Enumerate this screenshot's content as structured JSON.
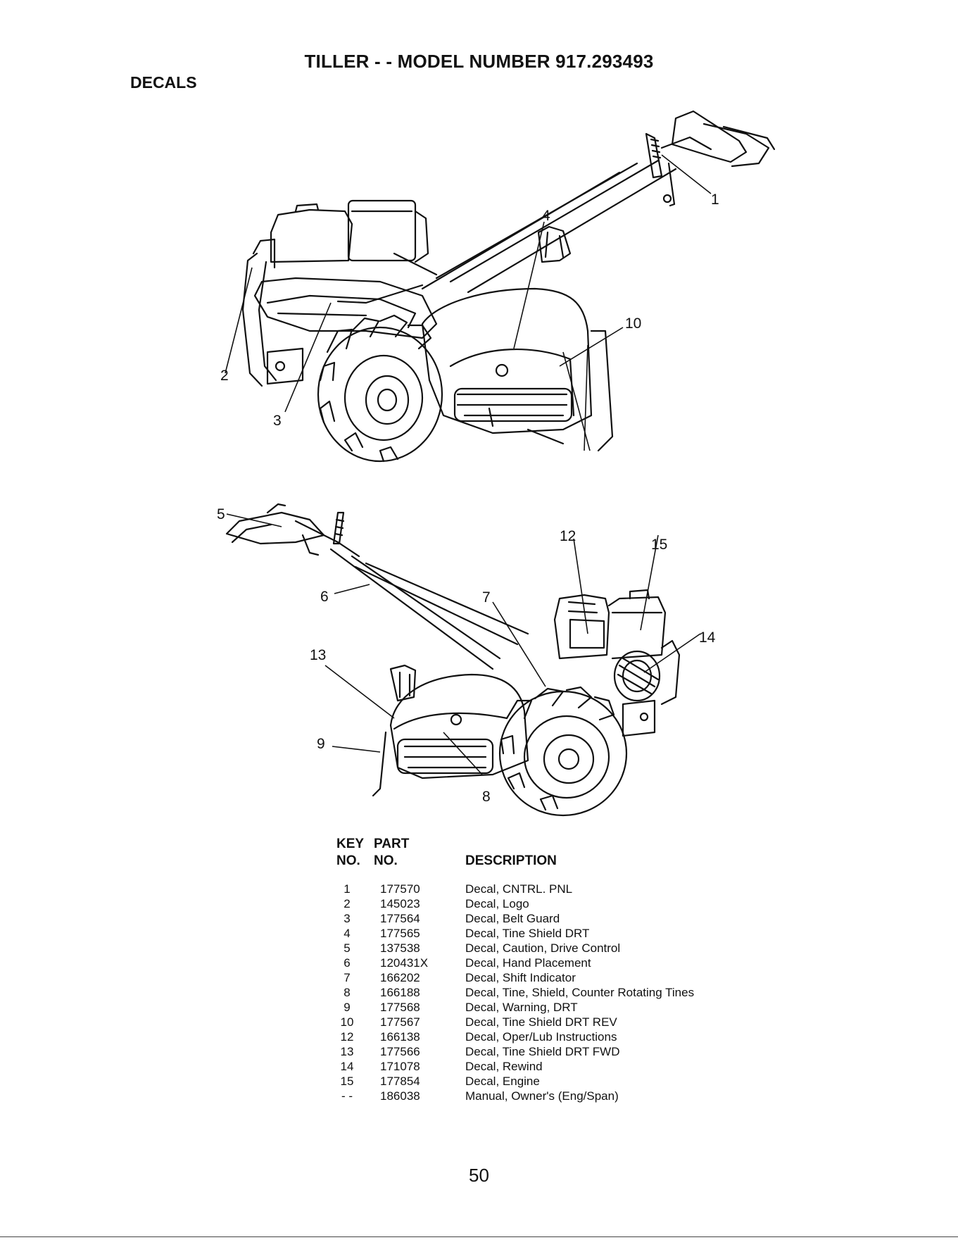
{
  "page": {
    "title": "TILLER - - MODEL NUMBER 917.293493",
    "section": "DECALS",
    "page_number": "50"
  },
  "figure1": {
    "callouts": [
      "1",
      "2",
      "3",
      "4",
      "10"
    ]
  },
  "figure2": {
    "callouts": [
      "5",
      "6",
      "7",
      "8",
      "9",
      "12",
      "13",
      "14",
      "15"
    ]
  },
  "parts_table": {
    "headers": {
      "key_line1": "KEY",
      "key_line2": "NO.",
      "part_line1": "PART",
      "part_line2": "NO.",
      "description": "DESCRIPTION"
    },
    "rows": [
      {
        "key": "1",
        "part": "177570",
        "desc": "Decal, CNTRL. PNL"
      },
      {
        "key": "2",
        "part": "145023",
        "desc": "Decal, Logo"
      },
      {
        "key": "3",
        "part": "177564",
        "desc": "Decal, Belt Guard"
      },
      {
        "key": "4",
        "part": "177565",
        "desc": "Decal, Tine Shield DRT"
      },
      {
        "key": "5",
        "part": "137538",
        "desc": "Decal, Caution, Drive Control"
      },
      {
        "key": "6",
        "part": "120431X",
        "desc": "Decal, Hand Placement"
      },
      {
        "key": "7",
        "part": "166202",
        "desc": "Decal, Shift Indicator"
      },
      {
        "key": "8",
        "part": "166188",
        "desc": "Decal, Tine, Shield, Counter Rotating Tines"
      },
      {
        "key": "9",
        "part": "177568",
        "desc": "Decal, Warning, DRT"
      },
      {
        "key": "10",
        "part": "177567",
        "desc": "Decal, Tine Shield DRT REV"
      },
      {
        "key": "12",
        "part": "166138",
        "desc": "Decal, Oper/Lub Instructions"
      },
      {
        "key": "13",
        "part": "177566",
        "desc": "Decal, Tine Shield DRT FWD"
      },
      {
        "key": "14",
        "part": "171078",
        "desc": "Decal, Rewind"
      },
      {
        "key": "15",
        "part": "177854",
        "desc": "Decal, Engine"
      },
      {
        "key": "- -",
        "part": "186038",
        "desc": "Manual, Owner's (Eng/Span)"
      }
    ]
  }
}
